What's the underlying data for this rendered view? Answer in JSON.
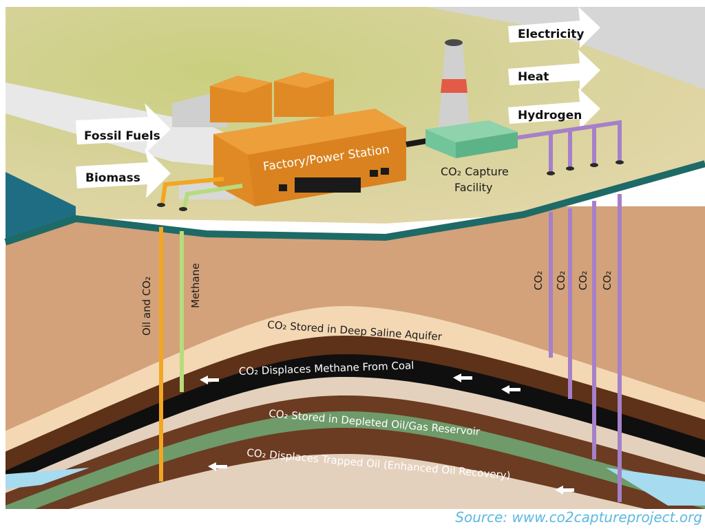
{
  "inputs": {
    "fossil_fuels": "Fossil Fuels",
    "biomass": "Biomass"
  },
  "outputs": {
    "electricity": "Electricity",
    "heat": "Heat",
    "hydrogen": "Hydrogen"
  },
  "facilities": {
    "factory": "Factory/Power Station",
    "capture_line1": "CO₂ Capture",
    "capture_line2": "Facility"
  },
  "pipes": {
    "oil_and_co2": "Oil and CO₂",
    "methane": "Methane",
    "co2": [
      "CO₂",
      "CO₂",
      "CO₂",
      "CO₂"
    ]
  },
  "layers": {
    "saline_aquifer": "CO₂ Stored in Deep Saline Aquifer",
    "methane_coal": "CO₂ Displaces Methane From Coal",
    "depleted_reservoir": "CO₂ Stored in Depleted Oil/Gas Reservoir",
    "trapped_oil": "CO₂ Displaces Trapped Oil (Enhanced Oil Recovery)"
  },
  "source": "Source: www.co2captureproject.org",
  "colors": {
    "earth": "#d3a27a",
    "sand": "#f3d8b3",
    "dark_brown": "#5e3119",
    "coal": "#0f0f0f",
    "green_layer": "#6f9a6a",
    "water": "#a7dbef",
    "surface": "#e2d6a7",
    "teal_line": "#1e6a66",
    "factory": "#e08a25",
    "capture": "#72c49a",
    "pipe_orange": "#f2a622",
    "pipe_green": "#b6dc7c",
    "pipe_purple": "#a680c8"
  }
}
